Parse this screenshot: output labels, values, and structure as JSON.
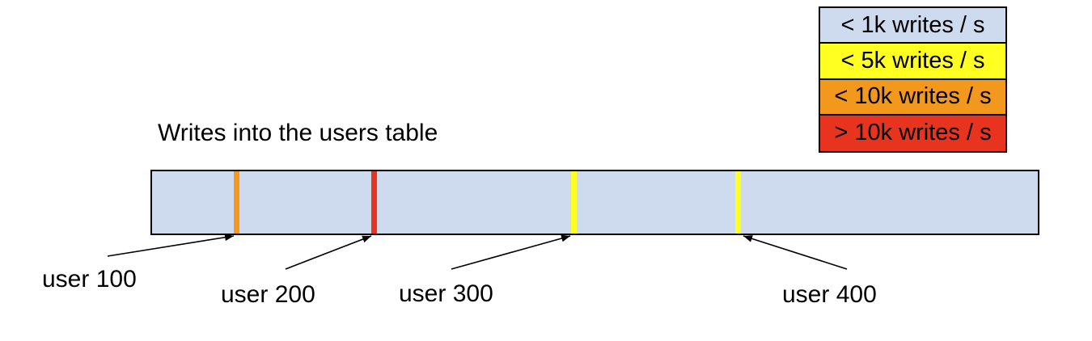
{
  "title": "Writes into the users table",
  "legend": {
    "items": [
      {
        "label": "< 1k writes / s",
        "color": "#cedbef"
      },
      {
        "label": "< 5k writes / s",
        "color": "#ffff22"
      },
      {
        "label": "< 10k writes / s",
        "color": "#f2991d"
      },
      {
        "label": "> 10k writes / s",
        "color": "#e8341f"
      }
    ]
  },
  "bar": {
    "fill": "#cedbef",
    "stripes": [
      {
        "user": "user 100",
        "color": "#f2991d",
        "legend_bucket": "< 10k writes / s"
      },
      {
        "user": "user 200",
        "color": "#e8341f",
        "legend_bucket": "> 10k writes / s"
      },
      {
        "user": "user 300",
        "color": "#ffff22",
        "legend_bucket": "< 5k writes / s"
      },
      {
        "user": "user 400",
        "color": "#ffff22",
        "legend_bucket": "< 5k writes / s"
      }
    ]
  }
}
